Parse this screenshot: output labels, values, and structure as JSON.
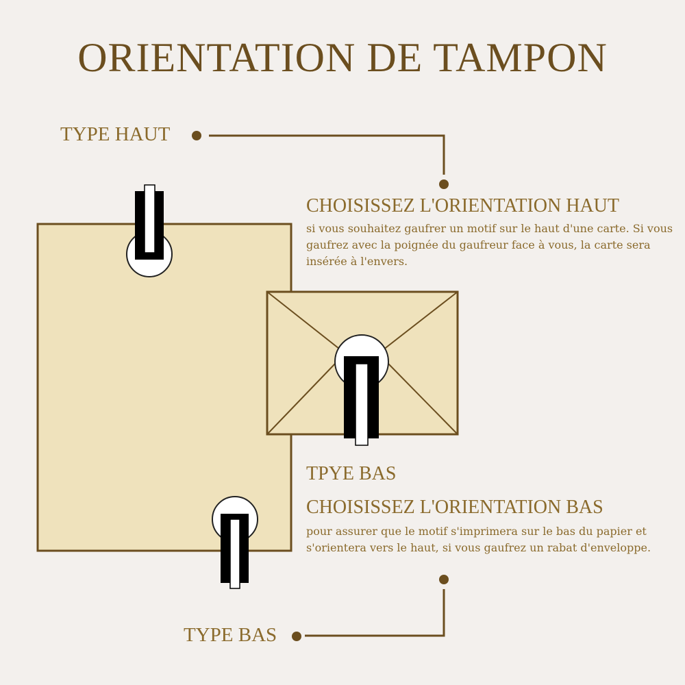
{
  "title": "ORIENTATION DE TAMPON",
  "labels": {
    "type_haut": "TYPE HAUT",
    "type_bas": "TYPE BAS",
    "tpye_bas": "TPYE BAS"
  },
  "haut": {
    "heading": "CHOISISSEZ L'ORIENTATION HAUT",
    "text": "si vous souhaitez gaufrer un motif sur le haut d'une carte. Si vous gaufrez avec la poignée du gaufreur face à vous, la carte sera insérée à l'envers."
  },
  "bas": {
    "heading": "CHOISISSEZ L'ORIENTATION BAS",
    "text": "pour assurer que le motif s'imprimera sur le bas du papier et s'orientera vers le haut, si vous gaufrez un rabat d'enveloppe."
  },
  "colors": {
    "background": "#f3f0ed",
    "text": "#8a6a2c",
    "line": "#6b4e1f",
    "paper": "#efe2bc"
  }
}
